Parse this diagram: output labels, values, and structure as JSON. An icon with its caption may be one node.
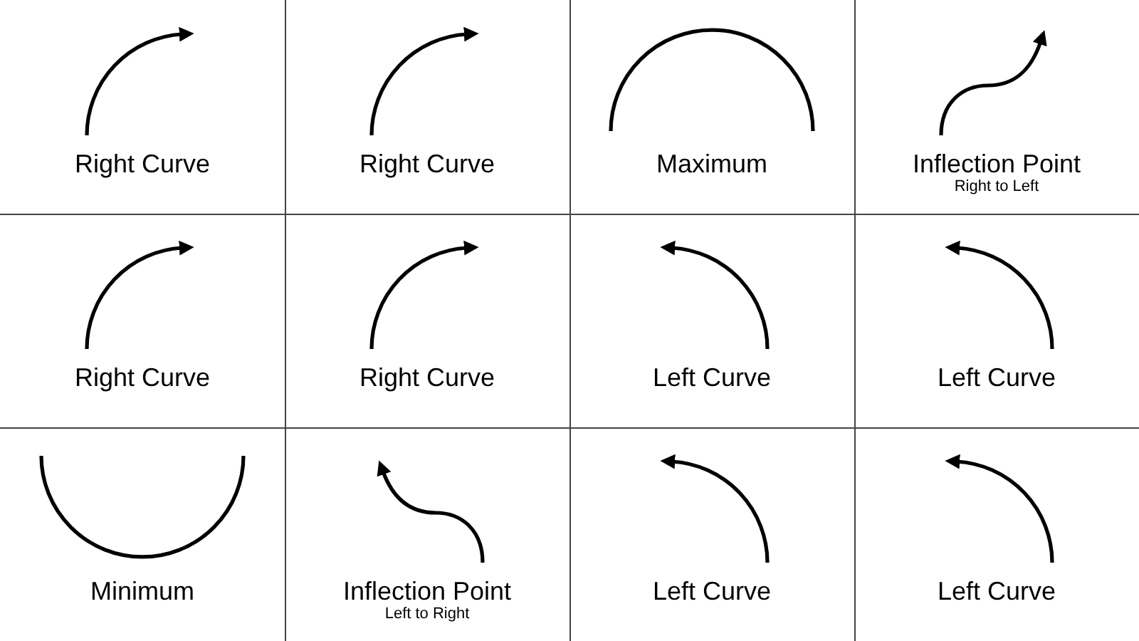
{
  "diagram": {
    "nodes": [
      {
        "text": [
          "Right Curve"
        ]
      },
      {
        "text": [
          "Right Curve"
        ]
      },
      {
        "text": [
          "Maximum"
        ]
      },
      {
        "text": [
          "Inflection Point",
          "Right to Left"
        ]
      },
      {
        "text": [
          "Right Curve"
        ]
      },
      {
        "text": [
          "Right Curve"
        ]
      },
      {
        "text": [
          "Left Curve"
        ]
      },
      {
        "text": [
          "Left Curve"
        ]
      },
      {
        "text": [
          "Minimum"
        ]
      },
      {
        "text": [
          "Inflection Point",
          "Left to Right"
        ]
      },
      {
        "text": [
          "Left Curve"
        ]
      },
      {
        "text": [
          "Left Curve"
        ]
      }
    ]
  }
}
